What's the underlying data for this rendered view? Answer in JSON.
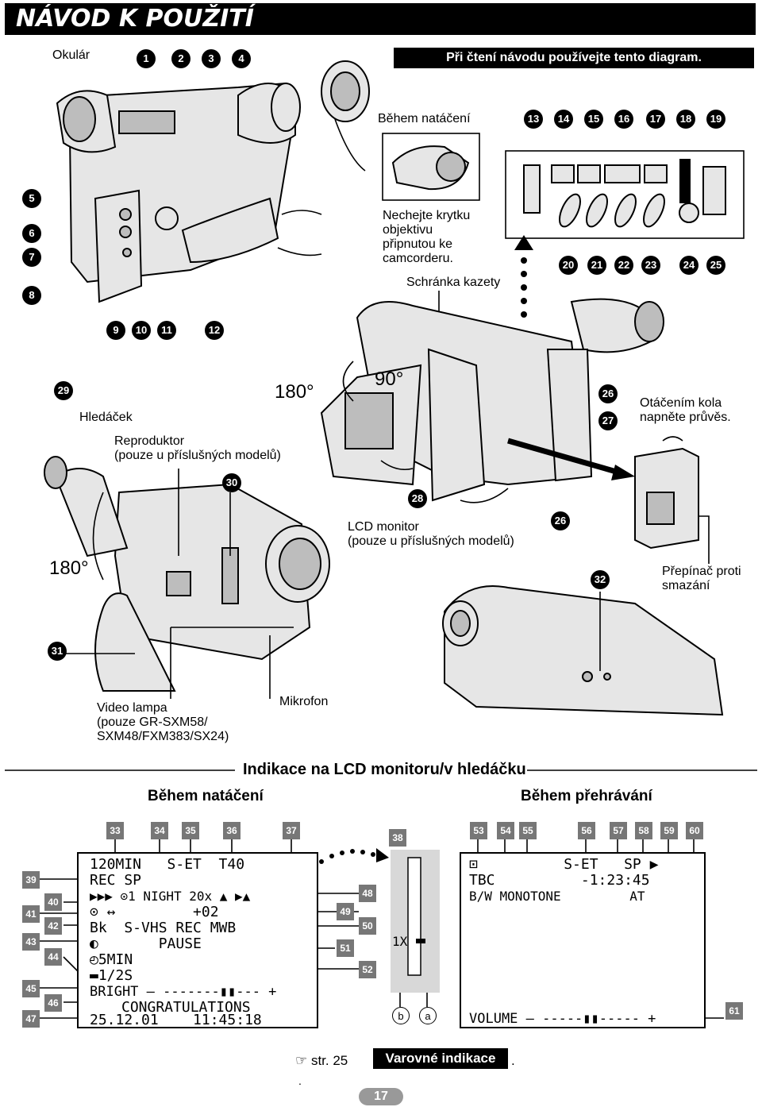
{
  "title": "NÁVOD K POUŽITÍ",
  "banner": "Při čtení návodu používejte tento diagram.",
  "labels": {
    "okular": "Okulár",
    "behem_nataceni_top": "Během natáčení",
    "nechejte_l1": "Nechejte krytku",
    "nechejte_l2": "objektivu",
    "nechejte_l3": "připnutou ke",
    "nechejte_l4": "camcorderu.",
    "schranka": "Schránka kazety",
    "hledacek": "Hledáček",
    "reproduktor_l1": "Reproduktor",
    "reproduktor_l2": "(pouze u příslušných modelů)",
    "deg180_a": "180°",
    "deg90": "90°",
    "deg180_b": "180°",
    "otacenim_l1": "Otáčením kola",
    "otacenim_l2": "napněte průvěs.",
    "lcd_l1": "LCD monitor",
    "lcd_l2": "(pouze u příslušných modelů)",
    "prepinac_l1": "Přepínač proti",
    "prepinac_l2": "smazání",
    "video_l1": "Video lampa",
    "video_l2": "(pouze GR-SXM58/",
    "video_l3": "SXM48/FXM383/SX24)",
    "mikrofon": "Mikrofon"
  },
  "indicators_title": "Indikace na LCD monitoru/v hledáčku",
  "rec_title": "Během natáčení",
  "play_title": "Během přehrávání",
  "callouts_top": [
    "1",
    "2",
    "3",
    "4"
  ],
  "callouts_right": [
    "13",
    "14",
    "15",
    "16",
    "17",
    "18",
    "19"
  ],
  "callouts_right_bottom": [
    "20",
    "21",
    "22",
    "23",
    "24",
    "25"
  ],
  "callouts_left": [
    "5",
    "6",
    "7",
    "8"
  ],
  "callouts_bottom": [
    "9",
    "10",
    "11",
    "12"
  ],
  "callouts_mid": {
    "c29": "29",
    "c30": "30",
    "c26a": "26",
    "c27": "27",
    "c28": "28",
    "c26b": "26",
    "c32": "32",
    "c31": "31"
  },
  "rec_nums_top": [
    "33",
    "34",
    "35",
    "36",
    "37"
  ],
  "rec_num_38": "38",
  "rec_nums_left": [
    "39",
    "40",
    "41",
    "42",
    "43",
    "44",
    "45",
    "46",
    "47"
  ],
  "rec_nums_right": [
    "48",
    "49",
    "50",
    "51",
    "52"
  ],
  "play_nums_top": [
    "53",
    "54",
    "55",
    "56",
    "57",
    "58",
    "59",
    "60"
  ],
  "play_num_61": "61",
  "rec_screen": {
    "l1": "120MIN   S-ET  T40",
    "l2": "REC SP",
    "l3": "▶▶▶ ⊙1 NIGHT 20x ▲ ▶▲",
    "l4": "⊙ ↔         +02",
    "l5": "Bk  S-VHS REC MWB",
    "l6": "◐       PAUSE",
    "l7": "◴5MIN",
    "l8": "▬1/2S",
    "l9": "BRIGHT – -------▮▮--- +",
    "l10": "CONGRATULATIONS",
    "l11": "25.12.01    11:45:18"
  },
  "zoom_label": "1X",
  "zoom_letters": [
    "b",
    "a"
  ],
  "play_screen": {
    "l1": "⊡          S-ET   SP ▶",
    "l2": "TBC          -1:23:45",
    "l3": "B/W MONOTONE         AT",
    "l4": "VOLUME – -----▮▮----- +"
  },
  "footer": {
    "ref": "☞ str. 25",
    "warn": "Varovné indikace",
    "dot": ".",
    "dot2": ".",
    "page": "17"
  }
}
